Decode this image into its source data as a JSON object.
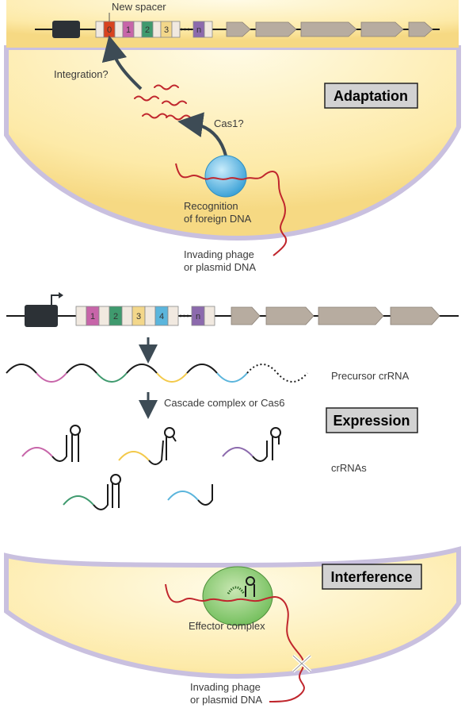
{
  "adaptation": {
    "stage_label": "Adaptation",
    "new_spacer_label": "New spacer",
    "integration_label": "Integration?",
    "cas1_label": "Cas1?",
    "recognition_line1": "Recognition",
    "recognition_line2": "of foreign DNA",
    "invading_line1": "Invading phage",
    "invading_line2": "or plasmid DNA",
    "spacer_numbers": [
      "0",
      "1",
      "2",
      "3",
      "n"
    ]
  },
  "expression": {
    "stage_label": "Expression",
    "spacer_numbers": [
      "1",
      "2",
      "3",
      "4",
      "n"
    ],
    "precursor_label": "Precursor crRNA",
    "cascade_label": "Cascade complex or Cas6",
    "crrnas_label": "crRNAs"
  },
  "interference": {
    "stage_label": "Interference",
    "effector_label": "Effector complex",
    "invading_line1": "Invading phage",
    "invading_line2": "or plasmid DNA"
  },
  "colors": {
    "cell_fill": "#fdefb4",
    "cell_edge": "#c9c0df",
    "dna_red": "#c0262d",
    "cas_gene": "#b7aca0",
    "spacer_0": "#d8431f",
    "spacer_1": "#c765a9",
    "spacer_2": "#3f9a6e",
    "spacer_3": "#f3d78a",
    "spacer_4": "#5bb5dc",
    "spacer_n": "#8c6aad",
    "label_box": "#d2d2d2"
  }
}
